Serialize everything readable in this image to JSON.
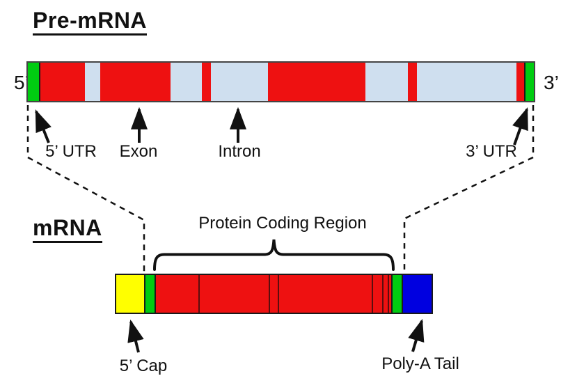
{
  "titles": {
    "premrna": "Pre-mRNA",
    "mrna": "mRNA"
  },
  "labels": {
    "five_prime": "5’",
    "three_prime": "3’",
    "five_utr": "5’ UTR",
    "exon": "Exon",
    "intron": "Intron",
    "three_utr": "3’ UTR",
    "protein_coding_region": "Protein Coding Region",
    "five_cap": "5’ Cap",
    "polya_tail": "Poly-A Tail"
  },
  "colors": {
    "exon_red": "#EE1111",
    "intron_blue": "#CFDFEF",
    "utr_green": "#00CC11",
    "cap_yellow": "#FFFF00",
    "polya_blue": "#0000E0",
    "divider_dark": "#5A0E0E",
    "outline_black": "#1A1A1A"
  },
  "premrna_bar": {
    "segments": [
      {
        "name": "five-utr",
        "color": "utr_green",
        "width": 16
      },
      {
        "name": "exon-1",
        "color": "exon_red",
        "width": 65,
        "edge": "black"
      },
      {
        "name": "intron-1",
        "color": "intron_blue",
        "width": 22
      },
      {
        "name": "exon-2",
        "color": "exon_red",
        "width": 102
      },
      {
        "name": "intron-2",
        "color": "intron_blue",
        "width": 46
      },
      {
        "name": "exon-3",
        "color": "exon_red",
        "width": 13
      },
      {
        "name": "intron-3",
        "color": "intron_blue",
        "width": 83
      },
      {
        "name": "exon-4",
        "color": "exon_red",
        "width": 141
      },
      {
        "name": "intron-4",
        "color": "intron_blue",
        "width": 62
      },
      {
        "name": "exon-5",
        "color": "exon_red",
        "width": 13
      },
      {
        "name": "intron-5",
        "color": "intron_blue",
        "width": 145
      },
      {
        "name": "exon-6",
        "color": "exon_red",
        "width": 11
      },
      {
        "name": "three-utr",
        "color": "utr_green",
        "width": 12,
        "edge": "black"
      }
    ]
  },
  "mrna_bar": {
    "segments": [
      {
        "name": "five-cap",
        "color": "cap_yellow",
        "width": 42
      },
      {
        "name": "five-utr",
        "color": "utr_green",
        "width": 14,
        "edge": "black"
      },
      {
        "name": "cds-1",
        "color": "exon_red",
        "width": 64,
        "edge": "black"
      },
      {
        "name": "cds-2",
        "color": "exon_red",
        "width": 105,
        "edge": "dark"
      },
      {
        "name": "cds-3",
        "color": "exon_red",
        "width": 11,
        "edge": "dark"
      },
      {
        "name": "cds-4",
        "color": "exon_red",
        "width": 141,
        "edge": "dark"
      },
      {
        "name": "cds-5",
        "color": "exon_red",
        "width": 14,
        "edge": "dark"
      },
      {
        "name": "cds-6",
        "color": "exon_red",
        "width": 6,
        "edge": "dark"
      },
      {
        "name": "cds-7",
        "color": "exon_red",
        "width": 3,
        "edge": "dark"
      },
      {
        "name": "three-utr",
        "color": "utr_green",
        "width": 14,
        "edge": "black"
      },
      {
        "name": "polya-tail",
        "color": "polya_blue",
        "width": 43,
        "edge": "black"
      }
    ]
  }
}
